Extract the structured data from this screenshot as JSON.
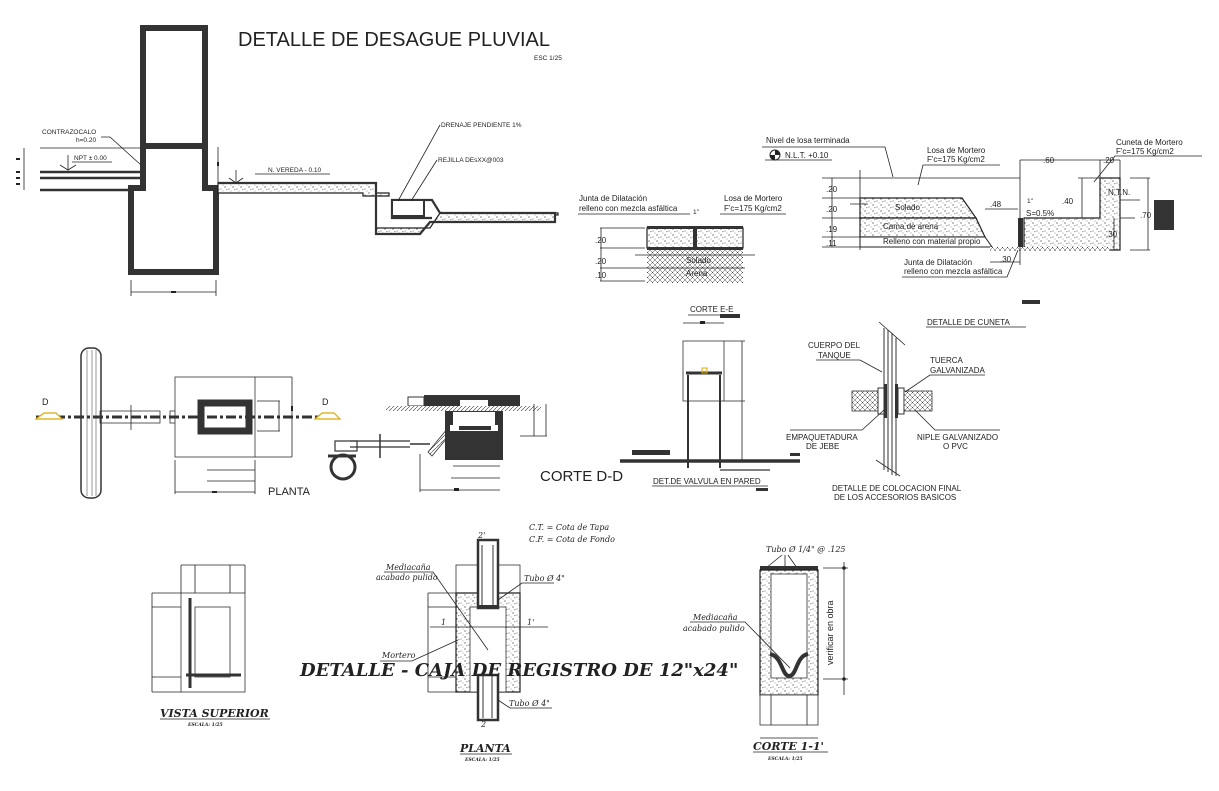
{
  "sheet": {
    "title": "DETALLE DE DESAGUE PLUVIAL",
    "scale": "ESC 1/25"
  },
  "section_left": {
    "contrazocalo": "CONTRAZOCALO",
    "contrazocalo_h": "h=0.20",
    "npt": "NPT ± 0.00",
    "vereda": "N. VEREDA - 0.10",
    "drenaje": "DRENAJE PENDIENTE 1%",
    "rejilla": "REJILLA DEsXX@003"
  },
  "junta_detail": {
    "junta_label_1": "Junta de Dilatación",
    "junta_label_2": "relleno con mezcla asfáltica",
    "losa_label_1": "Losa de Mortero",
    "losa_label_2": "F'c=175 Kg/cm2",
    "joint_width": "1\"",
    "dims": [
      ".20",
      ".20",
      ".10"
    ],
    "layers": [
      "Solado",
      "Arena"
    ]
  },
  "cuneta_section": {
    "nivel_label": "Nivel de losa terminada",
    "nlt": "N.L.T. +0.10",
    "losa_label_1": "Losa de Mortero",
    "losa_label_2": "F'c=175 Kg/cm2",
    "cuneta_label_1": "Cuneta de Mortero",
    "cuneta_label_2": "F'c=175 Kg/cm2",
    "ntn": "N.T.N.",
    "slope": "S=0.5%",
    "joint_width": "1\"",
    "left_dims": [
      ".20",
      ".20",
      ".19",
      ".11"
    ],
    "layers": [
      "Solado",
      "Cama de arena",
      "Relleno con material propio"
    ],
    "dims": {
      "d048": ".48",
      "d060": ".60",
      "d020": ".20",
      "d040": ".40",
      "d030a": ".30",
      "d070": ".70",
      "d030b": ".30"
    },
    "junta_label_1": "Junta de Dilatación",
    "junta_label_2": "relleno con mezcla asfáltica",
    "caption": "DETALLE DE CUNETA"
  },
  "planta_top": {
    "caption": "PLANTA",
    "marker_left": "D",
    "marker_right": "D"
  },
  "corte_dd": {
    "caption": "CORTE D-D"
  },
  "corte_ee": {
    "title": "CORTE E-E",
    "caption": "DET.DE VALVULA EN PARED"
  },
  "accesorios": {
    "cuerpo_1": "CUERPO DEL",
    "cuerpo_2": "TANQUE",
    "tuerca_1": "TUERCA",
    "tuerca_2": "GALVANIZADA",
    "empaq_1": "EMPAQUETADURA",
    "empaq_2": "DE JEBE",
    "niple_1": "NIPLE GALVANIZADO",
    "niple_2": "O PVC",
    "caption_1": "DETALLE DE COLOCACION FINAL",
    "caption_2": "DE LOS ACCESORIOS BASICOS"
  },
  "caja_registro": {
    "title": "DETALLE - CAJA DE REGISTRO DE 12\"x24\"",
    "legend_ct": "C.T. = Cota de Tapa",
    "legend_cf": "C.F. = Cota de Fondo",
    "vista": {
      "caption": "VISTA SUPERIOR",
      "scale": "ESCALA: 1/25"
    },
    "planta": {
      "caption": "PLANTA",
      "scale": "ESCALA: 1/25",
      "mediacana_1": "Mediacaña",
      "mediacana_2": "acabado pulido",
      "tubo_top": "Tubo Ø 4\"",
      "tubo_bottom": "Tubo Ø 4\"",
      "mortero": "Mortero",
      "section_mark_top": "2'",
      "section_mark_bottom": "2",
      "cut_left": "1",
      "cut_right": "1'"
    },
    "corte": {
      "caption": "CORTE 1-1'",
      "scale": "ESCALA: 1/25",
      "tubo": "Tubo Ø 1/4\" @ .125",
      "mediacana_1": "Mediacaña",
      "mediacana_2": "acabado pulido",
      "verificar": "verificar en obra"
    }
  }
}
